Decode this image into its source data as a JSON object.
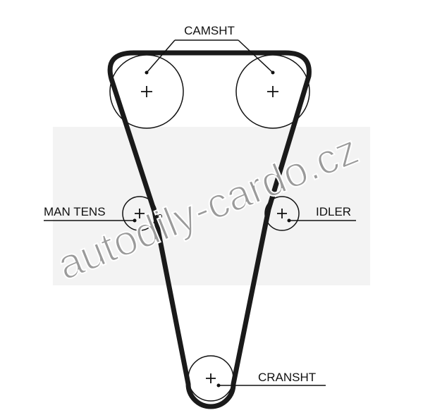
{
  "labels": {
    "camshaft": "CAMSHT",
    "manual_tensioner": "MAN TENS",
    "idler": "IDLER",
    "crankshaft": "CRANSHT"
  },
  "watermark": "autodily-cardo.cz",
  "colors": {
    "belt": "#1a1a1a",
    "watermark": "#9a9a9a"
  }
}
